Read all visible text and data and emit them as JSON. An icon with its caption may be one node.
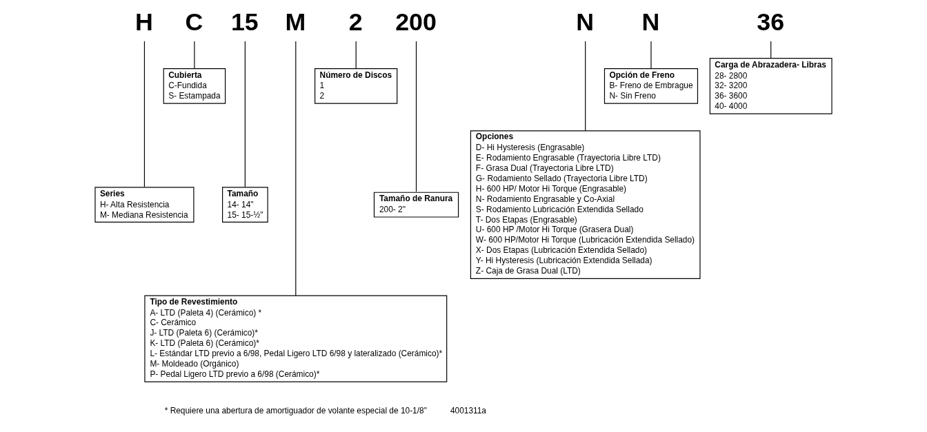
{
  "diagram": {
    "nodes": [
      {
        "text": [
          "H"
        ]
      },
      {
        "text": [
          "C"
        ]
      },
      {
        "text": [
          "15"
        ]
      },
      {
        "text": [
          "M"
        ]
      },
      {
        "text": [
          "2"
        ]
      },
      {
        "text": [
          "200"
        ]
      },
      {
        "text": [
          "N"
        ]
      },
      {
        "text": [
          "N"
        ]
      },
      {
        "text": [
          "36"
        ]
      },
      {
        "text": [
          "Carga de Abrazadera- Libras",
          "28- 2800",
          "32- 3200",
          "36- 3600",
          "40- 4000"
        ]
      },
      {
        "text": [
          "Cubierta",
          "C-Fundida",
          "S- Estampada"
        ]
      },
      {
        "text": [
          "Número de Discos",
          "1",
          "2"
        ]
      },
      {
        "text": [
          "Opción de Freno",
          "B- Freno de Embrague",
          "N- Sin Freno"
        ]
      },
      {
        "text": [
          "Series",
          "H- Alta Resistencia",
          "M- Mediana Resistencia"
        ]
      },
      {
        "text": [
          "Tamaño",
          "14- 14\"",
          "15- 15-½\""
        ]
      },
      {
        "text": [
          "Tamaño de Ranura",
          "200- 2\""
        ]
      },
      {
        "text": [
          "Opciones",
          "D- Hi Hysteresis (Engrasable)",
          "E- Rodamiento Engrasable (Trayectoria Libre LTD)",
          "F- Grasa Dual (Trayectoria Libre LTD)",
          "G- Rodamiento Sellado (Trayectoria Libre LTD)",
          "H- 600 HP/ Motor Hi Torque (Engrasable)",
          "N- Rodamiento Engrasable y Co-Axial",
          "S- Rodamiento Lubricación Extendida Sellado",
          "T- Dos Etapas (Engrasable)",
          "U- 600 HP /Motor Hi Torque (Grasera Dual)",
          "W- 600 HP/Motor Hi Torque (Lubricación Extendida Sellado)",
          "X- Dos Etapas (Lubricación Extendida Sellado)",
          "Y- Hi Hysteresis (Lubricación Extendida Sellada)",
          "Z- Caja de Grasa Dual (LTD)"
        ]
      },
      {
        "text": [
          "Tipo de Revestimiento",
          "A- LTD (Paleta 4) (Cerámico) *",
          "C- Cerámico",
          "J- LTD (Paleta 6) (Cerámico)*",
          "K- LTD (Paleta 6) (Cerámico)*",
          "L- Estándar LTD previo a 6/98, Pedal Ligero LTD 6/98 y lateralizado (Cerámico)*",
          "M- Moldeado (Orgánico)",
          "P- Pedal Ligero LTD previo a 6/98 (Cerámico)*"
        ]
      }
    ],
    "edges": [
      {
        "from": 0,
        "to": 13,
        "arrow": "none"
      },
      {
        "from": 1,
        "to": 10,
        "arrow": "none"
      },
      {
        "from": 2,
        "to": 14,
        "arrow": "none"
      },
      {
        "from": 3,
        "to": 17,
        "arrow": "none"
      },
      {
        "from": 4,
        "to": 11,
        "arrow": "none"
      },
      {
        "from": 5,
        "to": 15,
        "arrow": "none"
      },
      {
        "from": 6,
        "to": 16,
        "arrow": "none"
      },
      {
        "from": 7,
        "to": 12,
        "arrow": "none"
      },
      {
        "from": 8,
        "to": 9,
        "arrow": "none"
      }
    ],
    "labels": [
      "* Requiere una abertura de amortiguador de volante especial de 10-1/8\"",
      "4001311a"
    ]
  }
}
